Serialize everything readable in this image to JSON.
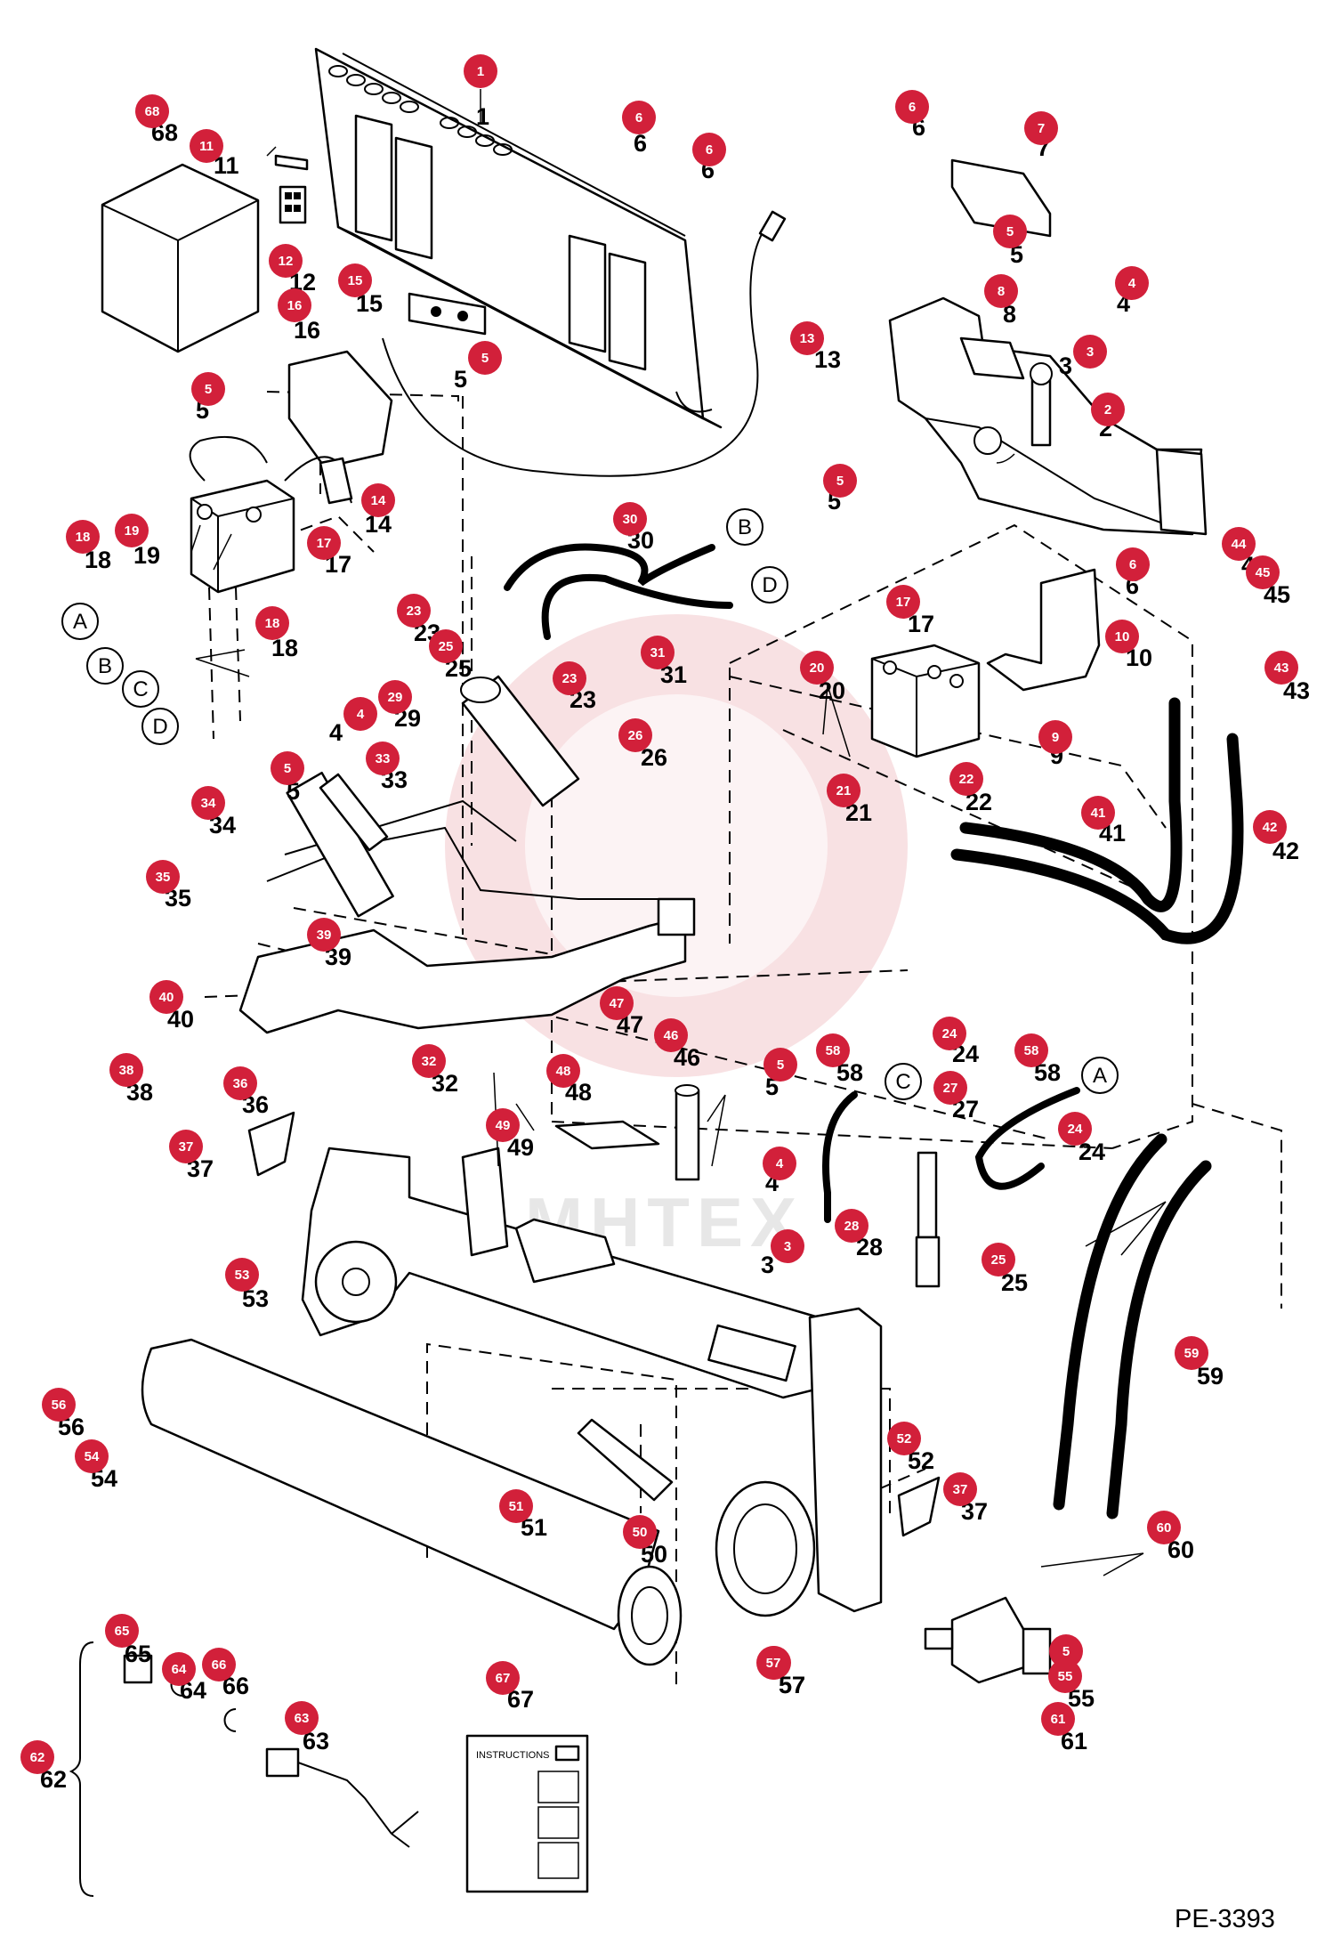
{
  "figure_code": "PE-3393",
  "instructions_label": "INSTRUCTIONS",
  "watermark_text": "MHTEX",
  "badge_color": "#d2203a",
  "callouts": [
    {
      "id": "c1",
      "n": "1"
    },
    {
      "id": "c2",
      "n": "2"
    },
    {
      "id": "c3a",
      "n": "3"
    },
    {
      "id": "c3b",
      "n": "3"
    },
    {
      "id": "c4a",
      "n": "4"
    },
    {
      "id": "c4b",
      "n": "4"
    },
    {
      "id": "c4c",
      "n": "4"
    },
    {
      "id": "c5a",
      "n": "5"
    },
    {
      "id": "c5b",
      "n": "5"
    },
    {
      "id": "c5c",
      "n": "5"
    },
    {
      "id": "c5d",
      "n": "5"
    },
    {
      "id": "c5e",
      "n": "5"
    },
    {
      "id": "c5f",
      "n": "5"
    },
    {
      "id": "c5g",
      "n": "5"
    },
    {
      "id": "c6a",
      "n": "6"
    },
    {
      "id": "c6b",
      "n": "6"
    },
    {
      "id": "c6c",
      "n": "6"
    },
    {
      "id": "c6d",
      "n": "6"
    },
    {
      "id": "c7",
      "n": "7"
    },
    {
      "id": "c8",
      "n": "8"
    },
    {
      "id": "c9",
      "n": "9"
    },
    {
      "id": "c10",
      "n": "10"
    },
    {
      "id": "c11",
      "n": "11"
    },
    {
      "id": "c12",
      "n": "12"
    },
    {
      "id": "c13",
      "n": "13"
    },
    {
      "id": "c14",
      "n": "14"
    },
    {
      "id": "c15",
      "n": "15"
    },
    {
      "id": "c16",
      "n": "16"
    },
    {
      "id": "c17a",
      "n": "17"
    },
    {
      "id": "c17b",
      "n": "17"
    },
    {
      "id": "c18a",
      "n": "18"
    },
    {
      "id": "c18b",
      "n": "18"
    },
    {
      "id": "c19",
      "n": "19"
    },
    {
      "id": "c20",
      "n": "20"
    },
    {
      "id": "c21",
      "n": "21"
    },
    {
      "id": "c22",
      "n": "22"
    },
    {
      "id": "c23a",
      "n": "23"
    },
    {
      "id": "c23b",
      "n": "23"
    },
    {
      "id": "c24a",
      "n": "24"
    },
    {
      "id": "c24b",
      "n": "24"
    },
    {
      "id": "c25a",
      "n": "25"
    },
    {
      "id": "c25b",
      "n": "25"
    },
    {
      "id": "c26",
      "n": "26"
    },
    {
      "id": "c27",
      "n": "27"
    },
    {
      "id": "c28",
      "n": "28"
    },
    {
      "id": "c29",
      "n": "29"
    },
    {
      "id": "c30",
      "n": "30"
    },
    {
      "id": "c31",
      "n": "31"
    },
    {
      "id": "c32",
      "n": "32"
    },
    {
      "id": "c33",
      "n": "33"
    },
    {
      "id": "c34",
      "n": "34"
    },
    {
      "id": "c35",
      "n": "35"
    },
    {
      "id": "c36",
      "n": "36"
    },
    {
      "id": "c37a",
      "n": "37"
    },
    {
      "id": "c37b",
      "n": "37"
    },
    {
      "id": "c38",
      "n": "38"
    },
    {
      "id": "c39",
      "n": "39"
    },
    {
      "id": "c40",
      "n": "40"
    },
    {
      "id": "c41",
      "n": "41"
    },
    {
      "id": "c42",
      "n": "42"
    },
    {
      "id": "c43",
      "n": "43"
    },
    {
      "id": "c44",
      "n": "44"
    },
    {
      "id": "c45",
      "n": "45"
    },
    {
      "id": "c46",
      "n": "46"
    },
    {
      "id": "c47",
      "n": "47"
    },
    {
      "id": "c48",
      "n": "48"
    },
    {
      "id": "c49",
      "n": "49"
    },
    {
      "id": "c50",
      "n": "50"
    },
    {
      "id": "c51",
      "n": "51"
    },
    {
      "id": "c52",
      "n": "52"
    },
    {
      "id": "c53",
      "n": "53"
    },
    {
      "id": "c54",
      "n": "54"
    },
    {
      "id": "c55",
      "n": "55"
    },
    {
      "id": "c56",
      "n": "56"
    },
    {
      "id": "c57a",
      "n": "57"
    },
    {
      "id": "c57b",
      "n": "57"
    },
    {
      "id": "c58a",
      "n": "58"
    },
    {
      "id": "c58b",
      "n": "58"
    },
    {
      "id": "c59",
      "n": "59"
    },
    {
      "id": "c60",
      "n": "60"
    },
    {
      "id": "c61",
      "n": "61"
    },
    {
      "id": "c62",
      "n": "62"
    },
    {
      "id": "c63",
      "n": "63"
    },
    {
      "id": "c64",
      "n": "64"
    },
    {
      "id": "c65",
      "n": "65"
    },
    {
      "id": "c66",
      "n": "66"
    },
    {
      "id": "c67",
      "n": "67"
    },
    {
      "id": "c68",
      "n": "68"
    }
  ],
  "connectors": [
    {
      "id": "a1",
      "label": "A"
    },
    {
      "id": "b1",
      "label": "B"
    },
    {
      "id": "c1",
      "label": "C"
    },
    {
      "id": "d1",
      "label": "D"
    },
    {
      "id": "b2",
      "label": "B"
    },
    {
      "id": "d2",
      "label": "D"
    },
    {
      "id": "c2",
      "label": "C"
    },
    {
      "id": "a2",
      "label": "A"
    }
  ]
}
